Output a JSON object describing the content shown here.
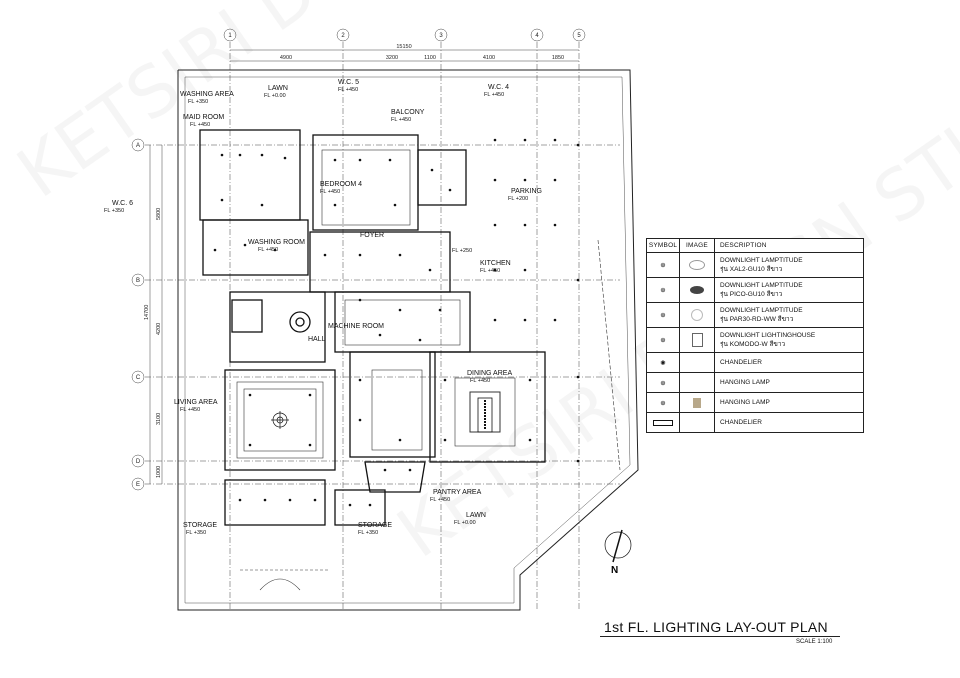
{
  "title": "1st FL. LIGHTING LAY-OUT PLAN",
  "scale": "SCALE 1:100",
  "north_label": "N",
  "watermark": "KETSIRI DESIGN STUDIO",
  "grid": {
    "cols": [
      "1",
      "2",
      "3",
      "4",
      "5"
    ],
    "rows": [
      "A",
      "B",
      "C",
      "D",
      "E"
    ],
    "top_dims": [
      "4900",
      "3200",
      "1100",
      "4100",
      "1850"
    ],
    "top_total": "15150",
    "left_dims": [
      "5800",
      "4200",
      "3100",
      "1000"
    ],
    "left_total": "14700"
  },
  "rooms": [
    {
      "name": "WASHING AREA",
      "tag": "FL +350"
    },
    {
      "name": "LAWN",
      "tag": "FL +0.00"
    },
    {
      "name": "W.C. 5",
      "tag": "FL +450"
    },
    {
      "name": "BALCONY",
      "tag": "FL +450"
    },
    {
      "name": "W.C. 4",
      "tag": "FL +450"
    },
    {
      "name": "MAID ROOM",
      "tag": "FL +450"
    },
    {
      "name": "BEDROOM 4",
      "tag": "FL +450"
    },
    {
      "name": "PARKING",
      "tag": "FL +200"
    },
    {
      "name": "W.C. 6",
      "tag": "FL +350"
    },
    {
      "name": "WASHING ROOM",
      "tag": "FL +450"
    },
    {
      "name": "FOYER",
      "tag": "FL +250"
    },
    {
      "name": "KITCHEN",
      "tag": "FL +450"
    },
    {
      "name": "MACHINE ROOM",
      "tag": ""
    },
    {
      "name": "HALL",
      "tag": ""
    },
    {
      "name": "LIVING AREA",
      "tag": "FL +450"
    },
    {
      "name": "DINING AREA",
      "tag": "FL +450"
    },
    {
      "name": "PANTRY AREA",
      "tag": "FL +450"
    },
    {
      "name": "LAWN",
      "tag": "FL +0.00"
    },
    {
      "name": "STORAGE",
      "tag": "FL +350"
    },
    {
      "name": "STORAGE",
      "tag": "FL +350"
    }
  ],
  "legend": {
    "headers": [
      "SYMBOL",
      "IMAGE",
      "DESCRIPTION"
    ],
    "rows": [
      {
        "icon": "downlight-icon",
        "line1": "DOWNLIGHT LAMPTITUDE",
        "line2": "รุ่น XAL2-GU10 สีขาว"
      },
      {
        "icon": "downlight-icon",
        "line1": "DOWNLIGHT LAMPTITUDE",
        "line2": "รุ่น PICO-GU10 สีขาว"
      },
      {
        "icon": "downlight-icon",
        "line1": "DOWNLIGHT LAMPTITUDE",
        "line2": "รุ่น PAR30-RD-WW สีขาว"
      },
      {
        "icon": "downlight-icon",
        "line1": "DOWNLIGHT LIGHTINGHOUSE",
        "line2": "รุ่น KOMODO-W สีขาว"
      },
      {
        "icon": "chandelier-icon",
        "line1": "CHANDELIER",
        "line2": ""
      },
      {
        "icon": "hanging-lamp-icon",
        "line1": "HANGING LAMP",
        "line2": ""
      },
      {
        "icon": "hanging-lamp-icon",
        "line1": "HANGING LAMP",
        "line2": ""
      },
      {
        "icon": "linear-chandelier-icon",
        "line1": "CHANDELIER",
        "line2": ""
      }
    ]
  }
}
